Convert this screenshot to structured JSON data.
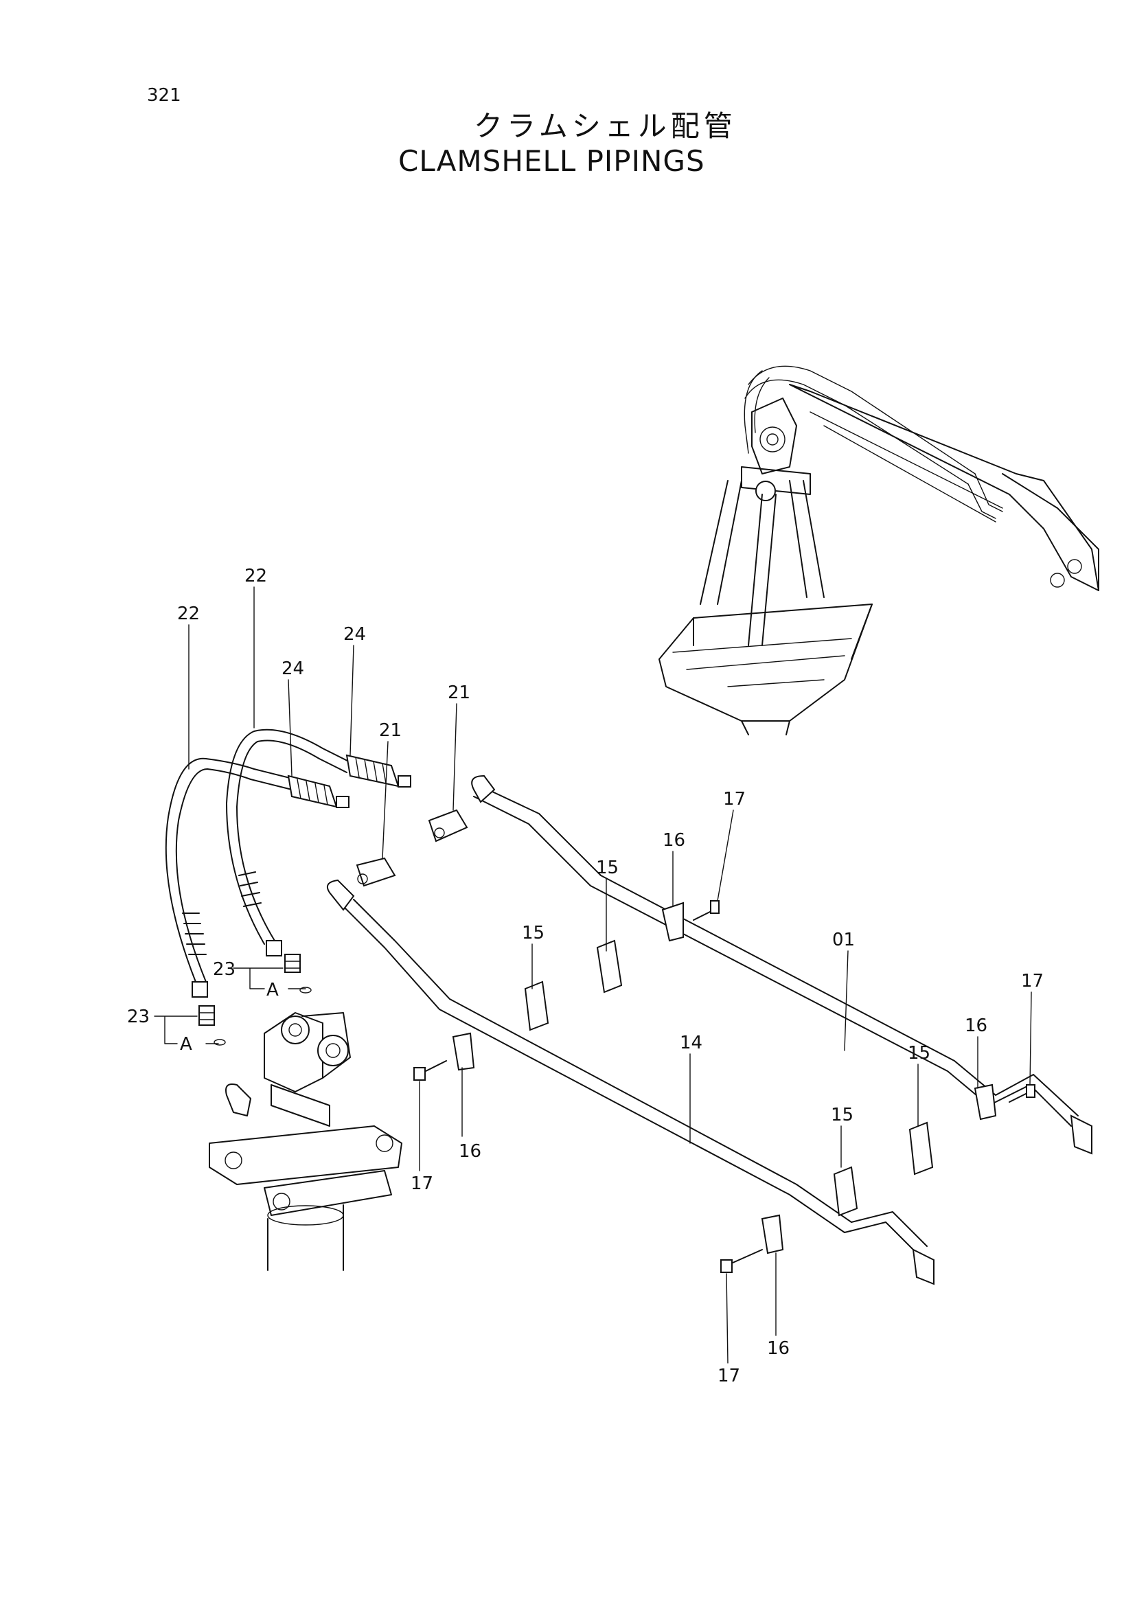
{
  "page_number": "321",
  "title_jp": "クラムシェル配管",
  "title_en": "CLAMSHELL PIPINGS",
  "callouts": {
    "c01": "01",
    "c14": "14",
    "c15a": "15",
    "c15b": "15",
    "c15c": "15",
    "c15d": "15",
    "c16a": "16",
    "c16b": "16",
    "c16c": "16",
    "c16d": "16",
    "c17a": "17",
    "c17b": "17",
    "c17c": "17",
    "c17d": "17",
    "c21a": "21",
    "c21b": "21",
    "c22a": "22",
    "c22b": "22",
    "c23a": "23",
    "c23b": "23",
    "c24a": "24",
    "c24b": "24",
    "cAa": "A",
    "cAb": "A"
  }
}
